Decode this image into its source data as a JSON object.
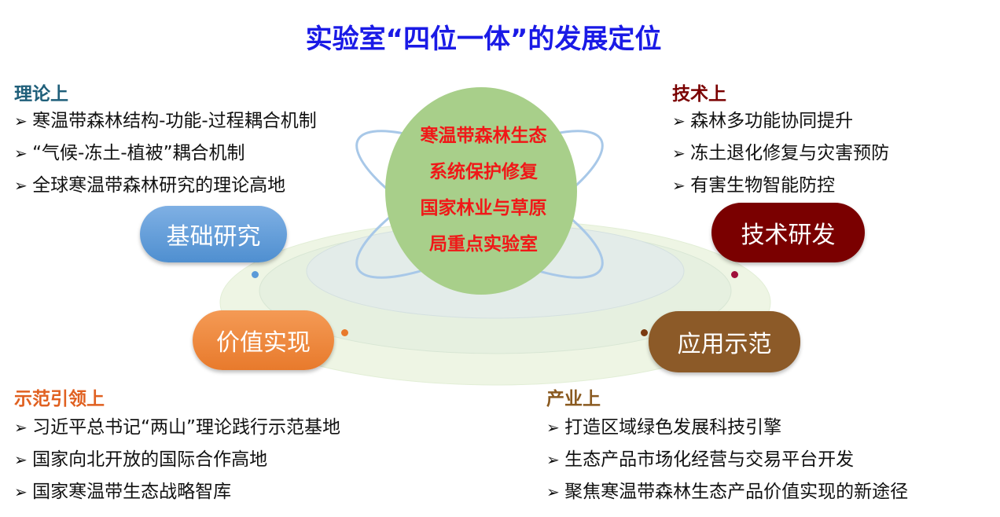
{
  "title": "实验室“四位一体”的发展定位",
  "center": {
    "lines": [
      "寒温带森林生态",
      "系统保护修复",
      "国家林业与草原",
      "局重点实验室"
    ]
  },
  "pillars": {
    "basic": "基础研究",
    "tech": "技术研发",
    "value": "价值实现",
    "apply": "应用示范"
  },
  "theory": {
    "heading": "理论上",
    "items": [
      "寒温带森林结构-功能-过程耦合机制",
      "“气候-冻土-植被”耦合机制",
      "全球寒温带森林研究的理论高地"
    ]
  },
  "technology": {
    "heading": "技术上",
    "items": [
      "森林多功能协同提升",
      "冻土退化修复与灾害预防",
      "有害生物智能防控"
    ]
  },
  "demo": {
    "heading": "示范引领上",
    "items": [
      "习近平总书记“两山”理论践行示范基地",
      "国家向北开放的国际合作高地",
      "国家寒温带生态战略智库"
    ]
  },
  "industry": {
    "heading": "产业上",
    "items": [
      "打造区域绿色发展科技引擎",
      "生态产品市场化经营与交易平台开发",
      "聚焦寒温带森林生态产品价值实现的新途径"
    ]
  },
  "colors": {
    "title": "#1a1ae6",
    "theory": "#1f5f7a",
    "tech": "#7a0000",
    "demo": "#e06020",
    "industry": "#8a5a20",
    "circle": "#a8cf8a"
  }
}
